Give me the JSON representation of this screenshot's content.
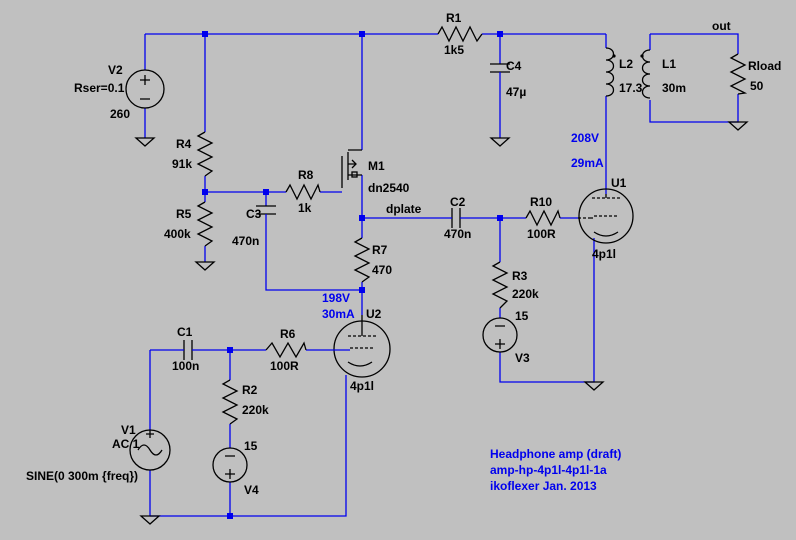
{
  "components": {
    "v2": {
      "name": "V2",
      "value": "260",
      "param": "Rser=0.1"
    },
    "r1": {
      "name": "R1",
      "value": "1k5"
    },
    "c4": {
      "name": "C4",
      "value": "47µ"
    },
    "l2": {
      "name": "L2",
      "value": "17.3"
    },
    "l1": {
      "name": "L1",
      "value": "30m"
    },
    "rload": {
      "name": "Rload",
      "value": "50"
    },
    "r4": {
      "name": "R4",
      "value": "91k"
    },
    "r5": {
      "name": "R5",
      "value": "400k"
    },
    "m1": {
      "name": "M1",
      "value": "dn2540"
    },
    "r8": {
      "name": "R8",
      "value": "1k"
    },
    "c3": {
      "name": "C3",
      "value": "470n"
    },
    "r7": {
      "name": "R7",
      "value": "470"
    },
    "c2": {
      "name": "C2",
      "value": "470n"
    },
    "r10": {
      "name": "R10",
      "value": "100R"
    },
    "u1": {
      "name": "U1",
      "value": "4p1l"
    },
    "r3": {
      "name": "R3",
      "value": "220k"
    },
    "v3": {
      "name": "V3",
      "value": "15"
    },
    "u2": {
      "name": "U2",
      "value": "4p1l"
    },
    "c1": {
      "name": "C1",
      "value": "100n"
    },
    "r6": {
      "name": "R6",
      "value": "100R"
    },
    "r2": {
      "name": "R2",
      "value": "220k"
    },
    "v4": {
      "name": "V4",
      "value": "15"
    },
    "v1": {
      "name": "V1",
      "value": "AC 1",
      "param": "SINE(0 300m {freq})"
    }
  },
  "nets": {
    "out": "out",
    "dplate": "dplate"
  },
  "operating_points": {
    "u1_voltage": "208V",
    "u1_current": "29mA",
    "u2_voltage": "198V",
    "u2_current": "30mA"
  },
  "notes": [
    "Headphone amp (draft)",
    "amp-hp-4p1l-4p1l-1a",
    "ikoflexer Jan. 2013"
  ],
  "colors": {
    "background": "#c0c0c0",
    "wire": "#0000ee",
    "component": "#000000",
    "annotation": "#0000ee"
  }
}
